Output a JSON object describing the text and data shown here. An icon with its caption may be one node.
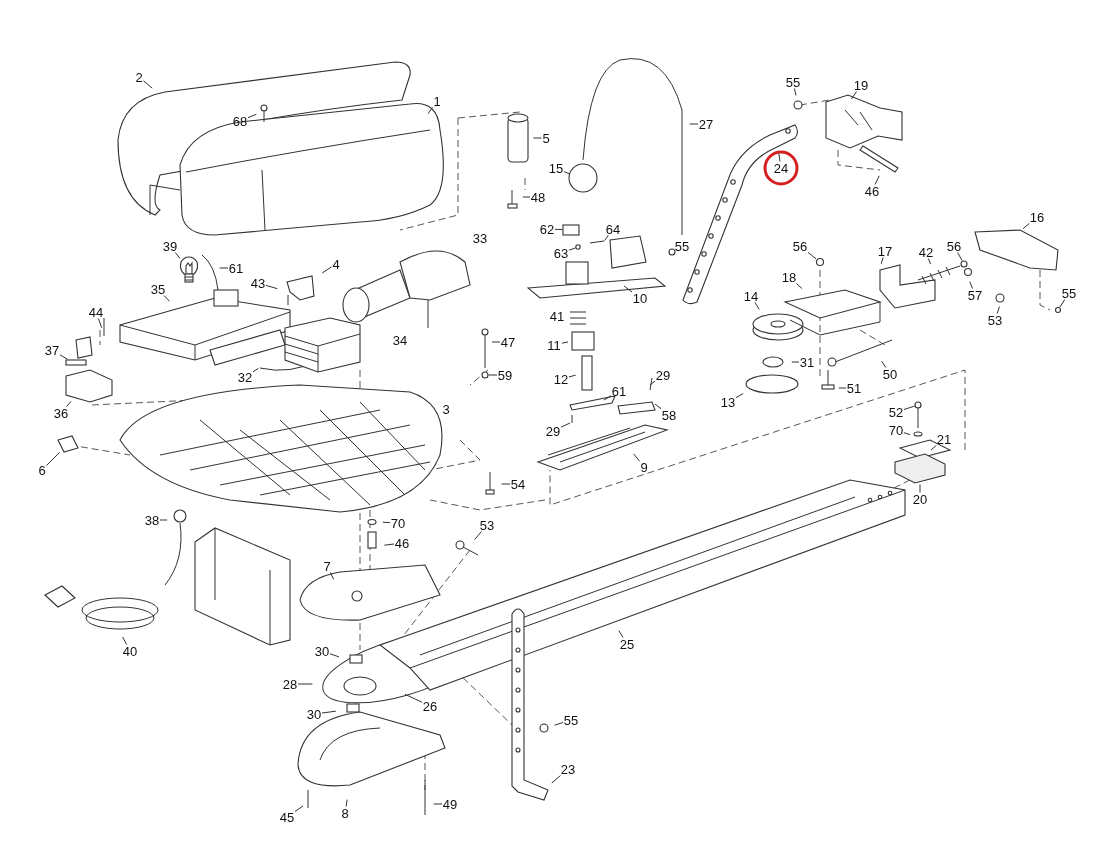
{
  "diagram": {
    "nodes": [
      {
        "text": [
          "2"
        ]
      },
      {
        "text": [
          "68"
        ]
      },
      {
        "text": [
          "1"
        ]
      },
      {
        "text": [
          "5"
        ]
      },
      {
        "text": [
          "48"
        ]
      },
      {
        "text": [
          "27"
        ]
      },
      {
        "text": [
          "15"
        ]
      },
      {
        "text": [
          "55"
        ]
      },
      {
        "text": [
          "19"
        ]
      },
      {
        "text": [
          "24"
        ]
      },
      {
        "text": [
          "46"
        ]
      },
      {
        "text": [
          "39"
        ]
      },
      {
        "text": [
          "61"
        ]
      },
      {
        "text": [
          "43"
        ]
      },
      {
        "text": [
          "4"
        ]
      },
      {
        "text": [
          "35"
        ]
      },
      {
        "text": [
          "44"
        ]
      },
      {
        "text": [
          "37"
        ]
      },
      {
        "text": [
          "32"
        ]
      },
      {
        "text": [
          "36"
        ]
      },
      {
        "text": [
          "6"
        ]
      },
      {
        "text": [
          "62"
        ]
      },
      {
        "text": [
          "64"
        ]
      },
      {
        "text": [
          "63"
        ]
      },
      {
        "text": [
          "10"
        ]
      },
      {
        "text": [
          "47"
        ]
      },
      {
        "text": [
          "11"
        ]
      },
      {
        "text": [
          "59"
        ]
      },
      {
        "text": [
          "12"
        ]
      },
      {
        "text": [
          "29"
        ]
      },
      {
        "text": [
          "61"
        ]
      },
      {
        "text": [
          "58"
        ]
      },
      {
        "text": [
          "29"
        ]
      },
      {
        "text": [
          "9"
        ]
      },
      {
        "text": [
          "54"
        ]
      },
      {
        "text": [
          "38"
        ]
      },
      {
        "text": [
          "70"
        ]
      },
      {
        "text": [
          "46"
        ]
      },
      {
        "text": [
          "53"
        ]
      },
      {
        "text": [
          "40"
        ]
      },
      {
        "text": [
          "7"
        ]
      },
      {
        "text": [
          "30"
        ]
      },
      {
        "text": [
          "28"
        ]
      },
      {
        "text": [
          "26"
        ]
      },
      {
        "text": [
          "30"
        ]
      },
      {
        "text": [
          "25"
        ]
      },
      {
        "text": [
          "55"
        ]
      },
      {
        "text": [
          "23"
        ]
      },
      {
        "text": [
          "45"
        ]
      },
      {
        "text": [
          "8"
        ]
      },
      {
        "text": [
          "49"
        ]
      },
      {
        "text": [
          "56"
        ]
      },
      {
        "text": [
          "18"
        ]
      },
      {
        "text": [
          "14"
        ]
      },
      {
        "text": [
          "17"
        ]
      },
      {
        "text": [
          "42"
        ]
      },
      {
        "text": [
          "56"
        ]
      },
      {
        "text": [
          "16"
        ]
      },
      {
        "text": [
          "57"
        ]
      },
      {
        "text": [
          "53"
        ]
      },
      {
        "text": [
          "55"
        ]
      },
      {
        "text": [
          "31"
        ]
      },
      {
        "text": [
          "50"
        ]
      },
      {
        "text": [
          "51"
        ]
      },
      {
        "text": [
          "13"
        ]
      },
      {
        "text": [
          "52"
        ]
      },
      {
        "text": [
          "70"
        ]
      },
      {
        "text": [
          "21"
        ]
      },
      {
        "text": [
          "20"
        ]
      },
      {
        "text": [],
        "shape": "picture"
      },
      {
        "text": [],
        "shape": "box"
      },
      {
        "text": [],
        "shape": "box"
      },
      {
        "text": [],
        "shape": "circle"
      },
      {
        "text": [],
        "shape": "circle"
      },
      {
        "text": [],
        "shape": "circle"
      },
      {
        "text": [],
        "shape": "circle"
      },
      {
        "text": [],
        "shape": "circle"
      },
      {
        "text": [],
        "shape": "circle"
      }
    ],
    "edges": [
      {
        "from": 0,
        "to": null,
        "arrow": "none"
      },
      {
        "from": 1,
        "to": null,
        "arrow": "none"
      },
      {
        "from": 2,
        "to": null,
        "arrow": "none"
      },
      {
        "from": 3,
        "to": null,
        "arrow": "none"
      },
      {
        "from": 4,
        "to": null,
        "arrow": "none"
      },
      {
        "from": 5,
        "to": null,
        "arrow": "none"
      },
      {
        "from": 6,
        "to": null,
        "arrow": "none"
      },
      {
        "from": 7,
        "to": null,
        "arrow": "none"
      },
      {
        "from": 8,
        "to": null,
        "arrow": "none"
      },
      {
        "from": 9,
        "to": null,
        "arrow": "none"
      },
      {
        "from": 10,
        "to": null,
        "arrow": "none"
      },
      {
        "from": 11,
        "to": 69,
        "arrow": "none"
      },
      {
        "from": 12,
        "to": null,
        "arrow": "none"
      },
      {
        "from": 13,
        "to": null,
        "arrow": "none"
      },
      {
        "from": 14,
        "to": null,
        "arrow": "none"
      },
      {
        "from": 15,
        "to": null,
        "arrow": "none"
      },
      {
        "from": 16,
        "to": null,
        "arrow": "none"
      },
      {
        "from": 17,
        "to": null,
        "arrow": "none"
      },
      {
        "from": 18,
        "to": null,
        "arrow": "none"
      },
      {
        "from": 19,
        "to": null,
        "arrow": "none"
      },
      {
        "from": 20,
        "to": 70,
        "arrow": "none"
      },
      {
        "from": 21,
        "to": 71,
        "arrow": "none"
      },
      {
        "from": 22,
        "to": null,
        "arrow": "none"
      },
      {
        "from": 23,
        "to": 72,
        "arrow": "none"
      },
      {
        "from": 24,
        "to": null,
        "arrow": "none"
      },
      {
        "from": 25,
        "to": null,
        "arrow": "none"
      },
      {
        "from": 26,
        "to": null,
        "arrow": "none"
      },
      {
        "from": 27,
        "to": 73,
        "arrow": "none"
      },
      {
        "from": 28,
        "to": null,
        "arrow": "none"
      },
      {
        "from": 29,
        "to": null,
        "arrow": "none"
      },
      {
        "from": 30,
        "to": null,
        "arrow": "none"
      },
      {
        "from": 31,
        "to": null,
        "arrow": "none"
      },
      {
        "from": 32,
        "to": null,
        "arrow": "none"
      },
      {
        "from": 33,
        "to": null,
        "arrow": "none"
      },
      {
        "from": 34,
        "to": null,
        "arrow": "none"
      },
      {
        "from": 35,
        "to": null,
        "arrow": "none"
      },
      {
        "from": 36,
        "to": null,
        "arrow": "none"
      },
      {
        "from": 37,
        "to": null,
        "arrow": "none"
      },
      {
        "from": 38,
        "to": null,
        "arrow": "none"
      },
      {
        "from": 39,
        "to": null,
        "arrow": "none"
      },
      {
        "from": 40,
        "to": null,
        "arrow": "none"
      },
      {
        "from": 41,
        "to": null,
        "arrow": "none"
      },
      {
        "from": 42,
        "to": null,
        "arrow": "none"
      },
      {
        "from": 43,
        "to": null,
        "arrow": "none"
      },
      {
        "from": 44,
        "to": null,
        "arrow": "none"
      },
      {
        "from": 45,
        "to": null,
        "arrow": "none"
      },
      {
        "from": 46,
        "to": null,
        "arrow": "none"
      },
      {
        "from": 47,
        "to": null,
        "arrow": "none"
      },
      {
        "from": 48,
        "to": null,
        "arrow": "none"
      },
      {
        "from": 49,
        "to": null,
        "arrow": "none"
      },
      {
        "from": 50,
        "to": null,
        "arrow": "none"
      },
      {
        "from": 51,
        "to": 74,
        "arrow": "none"
      },
      {
        "from": 52,
        "to": null,
        "arrow": "none"
      },
      {
        "from": 53,
        "to": null,
        "arrow": "none"
      },
      {
        "from": 54,
        "to": null,
        "arrow": "none"
      },
      {
        "from": 55,
        "to": null,
        "arrow": "none"
      },
      {
        "from": 56,
        "to": 75,
        "arrow": "none"
      },
      {
        "from": 57,
        "to": null,
        "arrow": "none"
      },
      {
        "from": 58,
        "to": null,
        "arrow": "none"
      },
      {
        "from": 59,
        "to": null,
        "arrow": "none"
      },
      {
        "from": 60,
        "to": 76,
        "arrow": "none"
      },
      {
        "from": 61,
        "to": null,
        "arrow": "none"
      },
      {
        "from": 62,
        "to": null,
        "arrow": "none"
      },
      {
        "from": 63,
        "to": null,
        "arrow": "none"
      },
      {
        "from": 64,
        "to": null,
        "arrow": "none"
      },
      {
        "from": 65,
        "to": 77,
        "arrow": "none"
      },
      {
        "from": 66,
        "to": null,
        "arrow": "none"
      },
      {
        "from": 67,
        "to": null,
        "arrow": "none"
      },
      {
        "from": 68,
        "to": null,
        "arrow": "none"
      }
    ],
    "labels": [
      "33",
      "55",
      "41",
      "34",
      "3"
    ]
  }
}
